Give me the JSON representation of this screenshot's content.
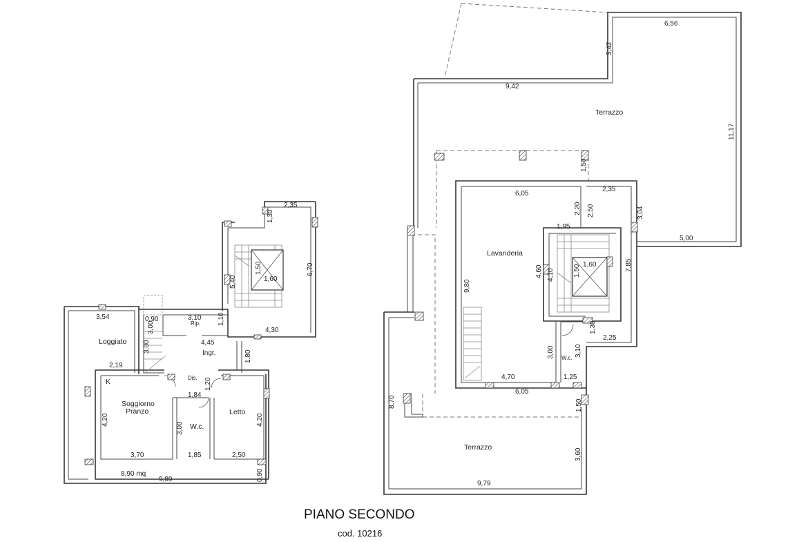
{
  "title": "PIANO SECONDO",
  "code": "cod. 10216",
  "left_unit": {
    "rooms": {
      "loggiato": "Loggiato",
      "soggiorno_1": "Soggiorno",
      "soggiorno_2": "Pranzo",
      "k": "K",
      "wc": "W.c.",
      "letto": "Letto",
      "ingr": "Ingr.",
      "dis": "Dis.",
      "rip": "Rip."
    },
    "dims": {
      "d_354": "3,54",
      "d_300_log": "3,00",
      "d_219": "2,19",
      "d_090_top": "0,90",
      "d_310": "3,10",
      "d_110": "1,10",
      "d_445": "4,45",
      "d_430": "4,30",
      "d_300_st": "3,00",
      "d_180": "1,80",
      "d_235": "2,35",
      "d_130": "1,30",
      "d_670": "6,70",
      "d_150": "1,50",
      "d_160": "1,60",
      "d_540": "5,40",
      "d_120": "1,20",
      "d_184": "1,84",
      "d_420_l": "4,20",
      "d_420_r": "4,20",
      "d_300_wc": "3,00",
      "d_370": "3,70",
      "d_185": "1,85",
      "d_250": "2,50",
      "d_890mq": "8,90 mq",
      "d_989": "9,89",
      "d_090_bot": "0,90"
    }
  },
  "right_unit": {
    "rooms": {
      "terrazzo_top": "Terrazzo",
      "lavanderia": "Lavanderia",
      "wc": "W.c.",
      "terrazzo_bottom": "Terrazzo"
    },
    "dims": {
      "d_656": "6,56",
      "d_342": "3,42",
      "d_942": "9,42",
      "d_1117": "11,17",
      "d_150_top": "1,50",
      "d_605_top": "6,05",
      "d_235": "2,35",
      "d_220": "2,20",
      "d_250": "2,50",
      "d_304": "3,04",
      "d_500": "5,00",
      "d_195": "1,95",
      "d_160": "1,60",
      "d_150_lift": "1,50",
      "d_460": "4,60",
      "d_410": "4,10",
      "d_785": "7,85",
      "d_980": "9,80",
      "d_130": "1,30",
      "d_225": "2,25",
      "d_300": "3,00",
      "d_310": "3,10",
      "d_470": "4,70",
      "d_125": "1,25",
      "d_605_bot": "6,05",
      "d_150_bot": "1,50",
      "d_870": "8,70",
      "d_360": "3,60",
      "d_979": "9,79"
    }
  }
}
